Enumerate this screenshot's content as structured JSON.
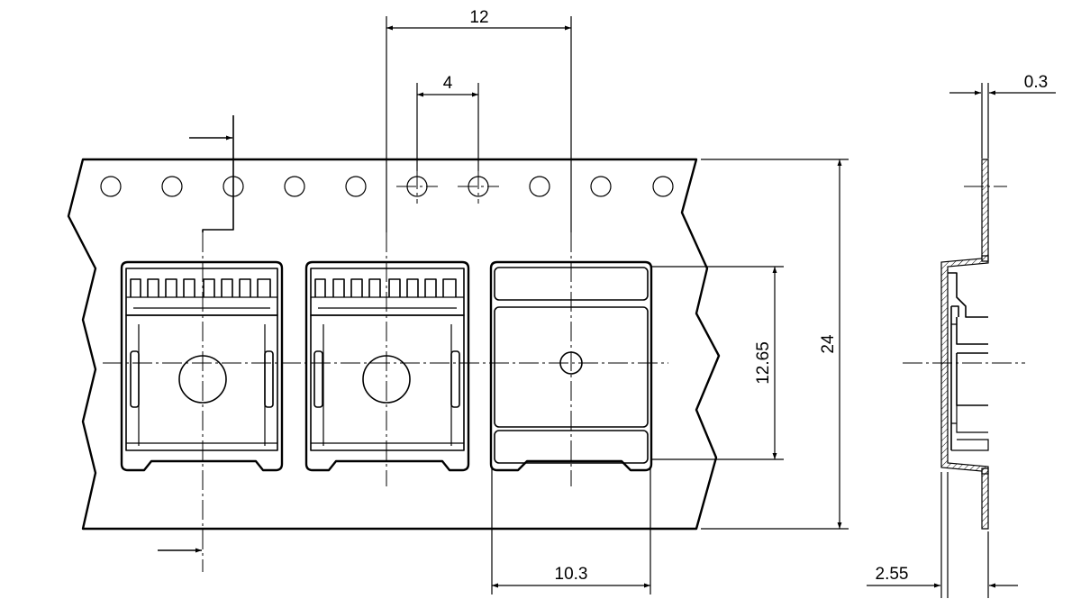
{
  "dimensions": {
    "pitch": "12",
    "sprocket_pitch": "4",
    "thickness": "0.3",
    "cavity_length": "12.65",
    "tape_width": "24",
    "cavity_width": "10.3",
    "cavity_depth": "2.55"
  }
}
